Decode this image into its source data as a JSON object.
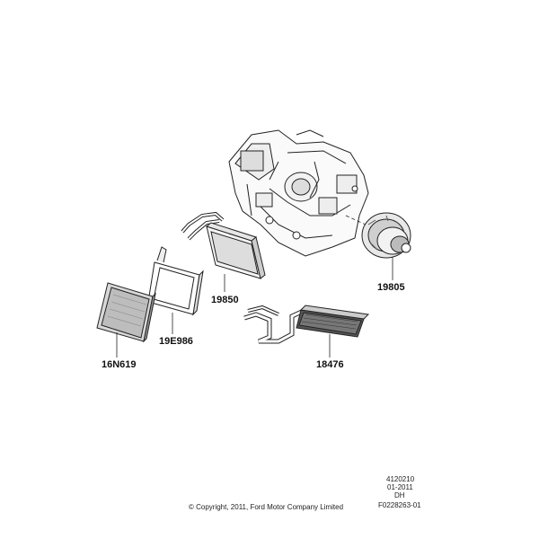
{
  "parts": [
    {
      "id": "housing",
      "number": "",
      "name": "heater-core-housing"
    },
    {
      "id": "blower",
      "number": "19805"
    },
    {
      "id": "evaporator",
      "number": "19850"
    },
    {
      "id": "evaporator-seal",
      "number": "19E986"
    },
    {
      "id": "cabin-filter",
      "number": "16N619"
    },
    {
      "id": "heater-core",
      "number": "18476"
    }
  ],
  "labels": {
    "blower": "19805",
    "evaporator": "19850",
    "evaporator_seal": "19E986",
    "cabin_filter": "16N619",
    "heater_core": "18476"
  },
  "meta": {
    "line1": "4120210",
    "line2": "01-2011",
    "line3": "DH",
    "line4": "F0228263-01"
  },
  "copyright": "© Copyright, 2011, Ford Motor Company Limited"
}
